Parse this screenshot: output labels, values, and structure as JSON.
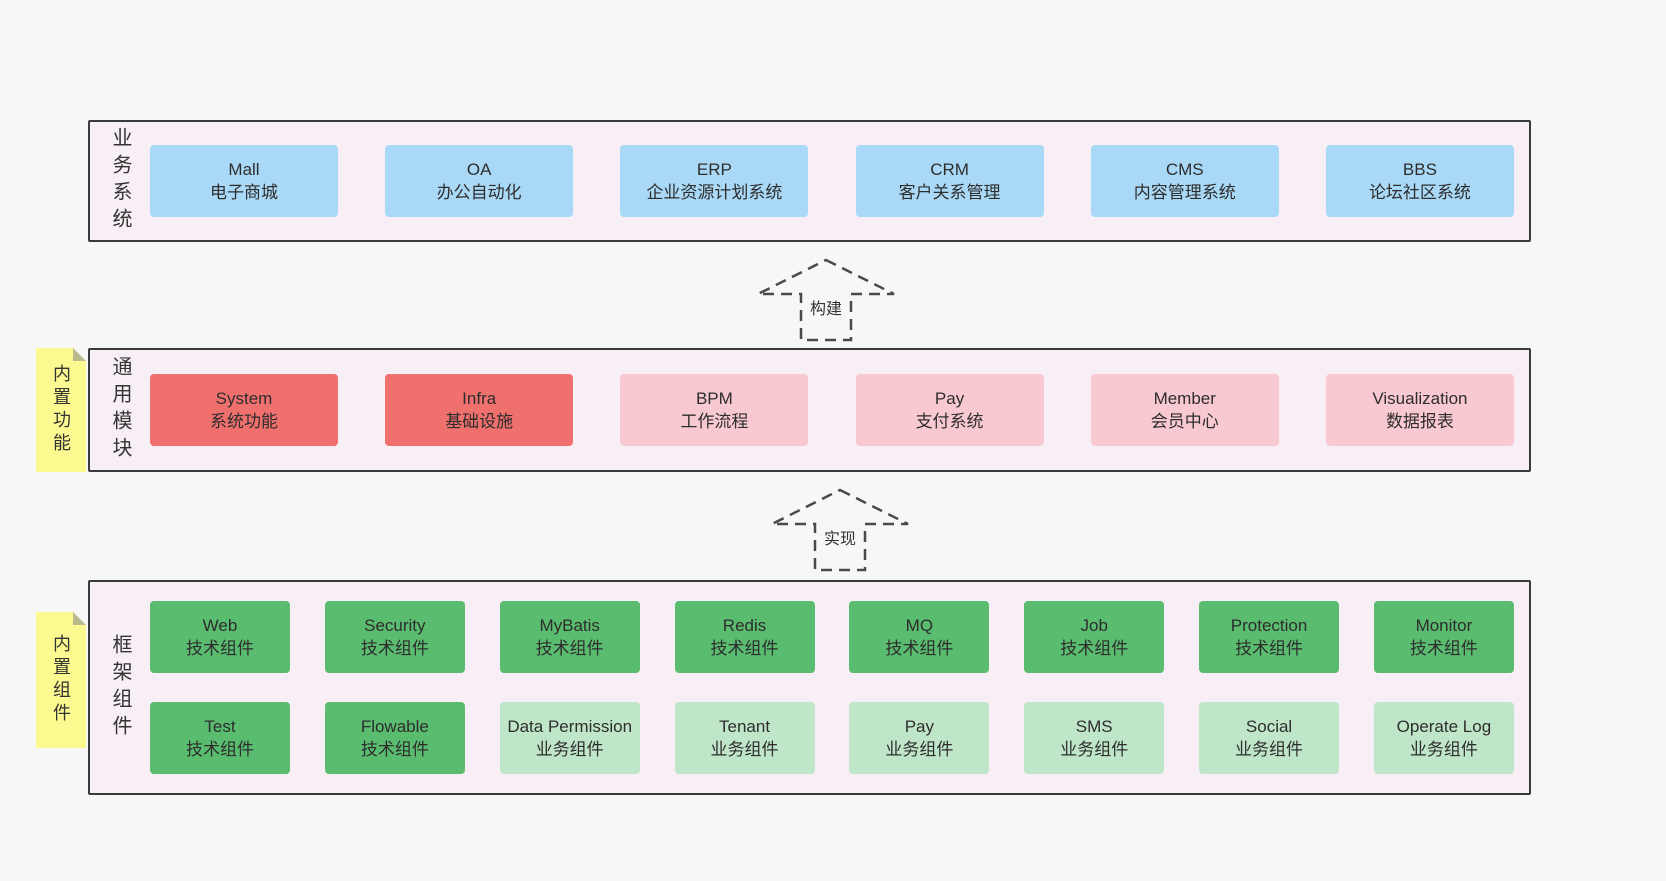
{
  "colors": {
    "page_bg": "#f7f7f7",
    "layer_bg": "#f8eff6",
    "layer_border": "#3a3a3a",
    "blue": "#a9d9f6",
    "red": "#f0706e",
    "pink": "#f9c9d1",
    "green": "#5abc6f",
    "light_green": "#c0e6c9",
    "note_yellow": "#fbf98f",
    "text": "#2d2d2d"
  },
  "arrows": {
    "build": "构建",
    "implement": "实现"
  },
  "layers": {
    "business": {
      "label": "业务系统",
      "boxes": [
        {
          "title": "Mall",
          "subtitle": "电子商城",
          "variant": "blue"
        },
        {
          "title": "OA",
          "subtitle": "办公自动化",
          "variant": "blue"
        },
        {
          "title": "ERP",
          "subtitle": "企业资源计划系统",
          "variant": "blue"
        },
        {
          "title": "CRM",
          "subtitle": "客户关系管理",
          "variant": "blue"
        },
        {
          "title": "CMS",
          "subtitle": "内容管理系统",
          "variant": "blue"
        },
        {
          "title": "BBS",
          "subtitle": "论坛社区系统",
          "variant": "blue"
        }
      ]
    },
    "modules": {
      "label": "通用模块",
      "note": "内置功能",
      "boxes": [
        {
          "title": "System",
          "subtitle": "系统功能",
          "variant": "red"
        },
        {
          "title": "Infra",
          "subtitle": "基础设施",
          "variant": "red"
        },
        {
          "title": "BPM",
          "subtitle": "工作流程",
          "variant": "pink"
        },
        {
          "title": "Pay",
          "subtitle": "支付系统",
          "variant": "pink"
        },
        {
          "title": "Member",
          "subtitle": "会员中心",
          "variant": "pink"
        },
        {
          "title": "Visualization",
          "subtitle": "数据报表",
          "variant": "pink"
        }
      ]
    },
    "components": {
      "label": "框架组件",
      "note": "内置组件",
      "boxes": [
        {
          "title": "Web",
          "subtitle": "技术组件",
          "variant": "green"
        },
        {
          "title": "Security",
          "subtitle": "技术组件",
          "variant": "green"
        },
        {
          "title": "MyBatis",
          "subtitle": "技术组件",
          "variant": "green"
        },
        {
          "title": "Redis",
          "subtitle": "技术组件",
          "variant": "green"
        },
        {
          "title": "MQ",
          "subtitle": "技术组件",
          "variant": "green"
        },
        {
          "title": "Job",
          "subtitle": "技术组件",
          "variant": "green"
        },
        {
          "title": "Protection",
          "subtitle": "技术组件",
          "variant": "green"
        },
        {
          "title": "Monitor",
          "subtitle": "技术组件",
          "variant": "green"
        },
        {
          "title": "Test",
          "subtitle": "技术组件",
          "variant": "green"
        },
        {
          "title": "Flowable",
          "subtitle": "技术组件",
          "variant": "green"
        },
        {
          "title": "Data Permission",
          "subtitle": "业务组件",
          "variant": "lightgreen"
        },
        {
          "title": "Tenant",
          "subtitle": "业务组件",
          "variant": "lightgreen"
        },
        {
          "title": "Pay",
          "subtitle": "业务组件",
          "variant": "lightgreen"
        },
        {
          "title": "SMS",
          "subtitle": "业务组件",
          "variant": "lightgreen"
        },
        {
          "title": "Social",
          "subtitle": "业务组件",
          "variant": "lightgreen"
        },
        {
          "title": "Operate Log",
          "subtitle": "业务组件",
          "variant": "lightgreen"
        }
      ]
    }
  }
}
